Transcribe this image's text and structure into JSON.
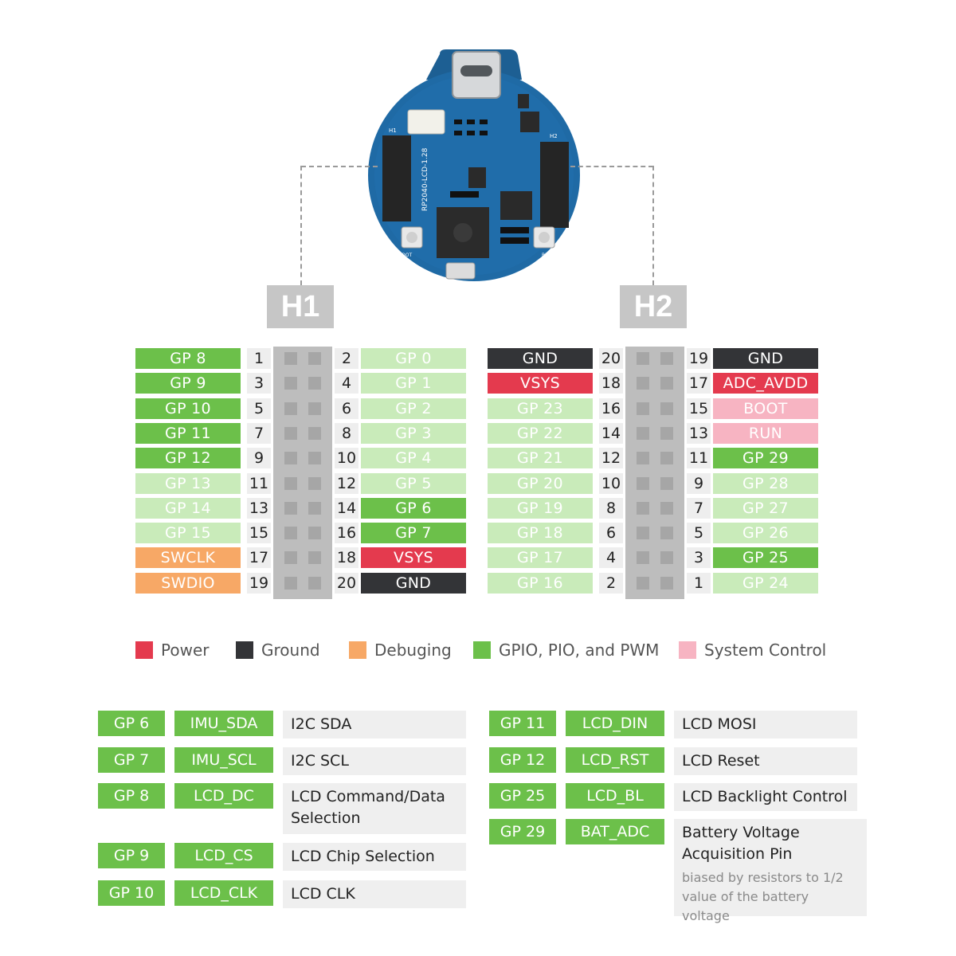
{
  "colors": {
    "gpio": "#6cc04a",
    "gpio_light": "#c9ebba",
    "power": "#e43a4e",
    "ground": "#333437",
    "debug": "#f7a866",
    "sysctl": "#f7b4c2",
    "num_bg": "#eeeeee",
    "header_box": "#c6c6c6"
  },
  "headers": {
    "h1": "H1",
    "h2": "H2"
  },
  "h1": {
    "left_labels": [
      {
        "t": "GP 8",
        "c": "gpio"
      },
      {
        "t": "GP 9",
        "c": "gpio"
      },
      {
        "t": "GP 10",
        "c": "gpio"
      },
      {
        "t": "GP 11",
        "c": "gpio"
      },
      {
        "t": "GP 12",
        "c": "gpio"
      },
      {
        "t": "GP 13",
        "c": "gpio_light"
      },
      {
        "t": "GP 14",
        "c": "gpio_light"
      },
      {
        "t": "GP 15",
        "c": "gpio_light"
      },
      {
        "t": "SWCLK",
        "c": "debug"
      },
      {
        "t": "SWDIO",
        "c": "debug"
      }
    ],
    "left_nums": [
      "1",
      "3",
      "5",
      "7",
      "9",
      "11",
      "13",
      "15",
      "17",
      "19"
    ],
    "right_nums": [
      "2",
      "4",
      "6",
      "8",
      "10",
      "12",
      "14",
      "16",
      "18",
      "20"
    ],
    "right_labels": [
      {
        "t": "GP 0",
        "c": "gpio_light"
      },
      {
        "t": "GP 1",
        "c": "gpio_light"
      },
      {
        "t": "GP 2",
        "c": "gpio_light"
      },
      {
        "t": "GP 3",
        "c": "gpio_light"
      },
      {
        "t": "GP 4",
        "c": "gpio_light"
      },
      {
        "t": "GP 5",
        "c": "gpio_light"
      },
      {
        "t": "GP 6",
        "c": "gpio"
      },
      {
        "t": "GP 7",
        "c": "gpio"
      },
      {
        "t": "VSYS",
        "c": "power"
      },
      {
        "t": "GND",
        "c": "ground"
      }
    ]
  },
  "h2": {
    "left_labels": [
      {
        "t": "GND",
        "c": "ground"
      },
      {
        "t": "VSYS",
        "c": "power"
      },
      {
        "t": "GP 23",
        "c": "gpio_light"
      },
      {
        "t": "GP 22",
        "c": "gpio_light"
      },
      {
        "t": "GP 21",
        "c": "gpio_light"
      },
      {
        "t": "GP 20",
        "c": "gpio_light"
      },
      {
        "t": "GP 19",
        "c": "gpio_light"
      },
      {
        "t": "GP 18",
        "c": "gpio_light"
      },
      {
        "t": "GP 17",
        "c": "gpio_light"
      },
      {
        "t": "GP 16",
        "c": "gpio_light"
      }
    ],
    "left_nums": [
      "20",
      "18",
      "16",
      "14",
      "12",
      "10",
      "8",
      "6",
      "4",
      "2"
    ],
    "right_nums": [
      "19",
      "17",
      "15",
      "13",
      "11",
      "9",
      "7",
      "5",
      "3",
      "1"
    ],
    "right_labels": [
      {
        "t": "GND",
        "c": "ground"
      },
      {
        "t": "ADC_AVDD",
        "c": "power"
      },
      {
        "t": "BOOT",
        "c": "sysctl"
      },
      {
        "t": "RUN",
        "c": "sysctl"
      },
      {
        "t": "GP 29",
        "c": "gpio"
      },
      {
        "t": "GP 28",
        "c": "gpio_light"
      },
      {
        "t": "GP 27",
        "c": "gpio_light"
      },
      {
        "t": "GP 26",
        "c": "gpio_light"
      },
      {
        "t": "GP 25",
        "c": "gpio"
      },
      {
        "t": "GP 24",
        "c": "gpio_light"
      }
    ]
  },
  "legend": [
    {
      "label": "Power",
      "c": "power"
    },
    {
      "label": "Ground",
      "c": "ground"
    },
    {
      "label": "Debuging",
      "c": "debug"
    },
    {
      "label": "GPIO, PIO, and PWM",
      "c": "gpio"
    },
    {
      "label": "System Control",
      "c": "sysctl"
    }
  ],
  "func_left": [
    {
      "gp": "GP 6",
      "sig": "IMU_SDA",
      "desc": "I2C SDA"
    },
    {
      "gp": "GP 7",
      "sig": "IMU_SCL",
      "desc": "I2C SCL"
    },
    {
      "gp": "GP 8",
      "sig": "LCD_DC",
      "desc": "LCD Command/Data Selection"
    },
    {
      "gp": "GP 9",
      "sig": "LCD_CS",
      "desc": "LCD Chip Selection"
    },
    {
      "gp": "GP 10",
      "sig": "LCD_CLK",
      "desc": "LCD CLK"
    }
  ],
  "func_right": [
    {
      "gp": "GP 11",
      "sig": "LCD_DIN",
      "desc": "LCD MOSI"
    },
    {
      "gp": "GP 12",
      "sig": "LCD_RST",
      "desc": "LCD Reset"
    },
    {
      "gp": "GP 25",
      "sig": "LCD_BL",
      "desc": "LCD Backlight Control"
    },
    {
      "gp": "GP 29",
      "sig": "BAT_ADC",
      "desc": "Battery Voltage Acquisition Pin",
      "note": "biased by resistors to 1/2 value of the battery voltage"
    }
  ],
  "board": {
    "model_text": "RP2040-LCD-1.28",
    "boot_label": "BOOT",
    "reset_label": "RESET",
    "h1_label": "H1",
    "h2_label": "H2"
  }
}
